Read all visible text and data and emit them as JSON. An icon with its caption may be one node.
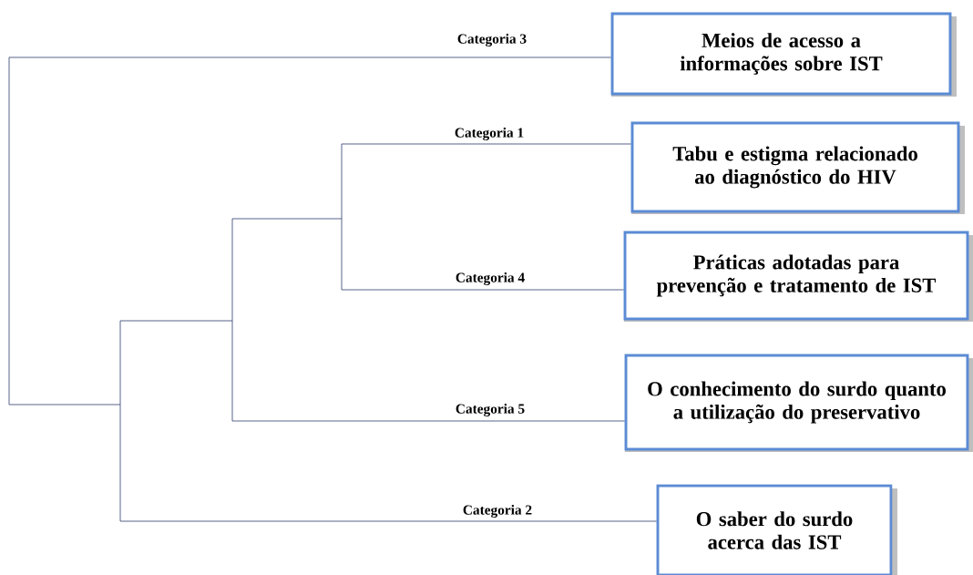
{
  "diagram": {
    "nodes": [
      {
        "text": [
          "Meios de acesso a informações sobre IST"
        ]
      },
      {
        "text": [
          "Tabu e estigma relacionado ao diagnóstico do HIV"
        ]
      },
      {
        "text": [
          "Práticas adotadas para prevenção e tratamento de IST"
        ]
      },
      {
        "text": [
          "O conhecimento do surdo quanto a utilização do preservativo"
        ]
      },
      {
        "text": [
          "O saber do surdo acerca das IST"
        ]
      }
    ],
    "edges": [
      {
        "from": null,
        "to": 0,
        "arrow": "none",
        "label": "Categoria 3"
      },
      {
        "from": null,
        "to": 1,
        "arrow": "none",
        "label": "Categoria  1"
      },
      {
        "from": null,
        "to": 2,
        "arrow": "none",
        "label": "Categoria 4"
      },
      {
        "from": null,
        "to": 3,
        "arrow": "none",
        "label": "Categoria 5"
      },
      {
        "from": null,
        "to": 4,
        "arrow": "none",
        "label": "Categoria 2"
      }
    ]
  }
}
